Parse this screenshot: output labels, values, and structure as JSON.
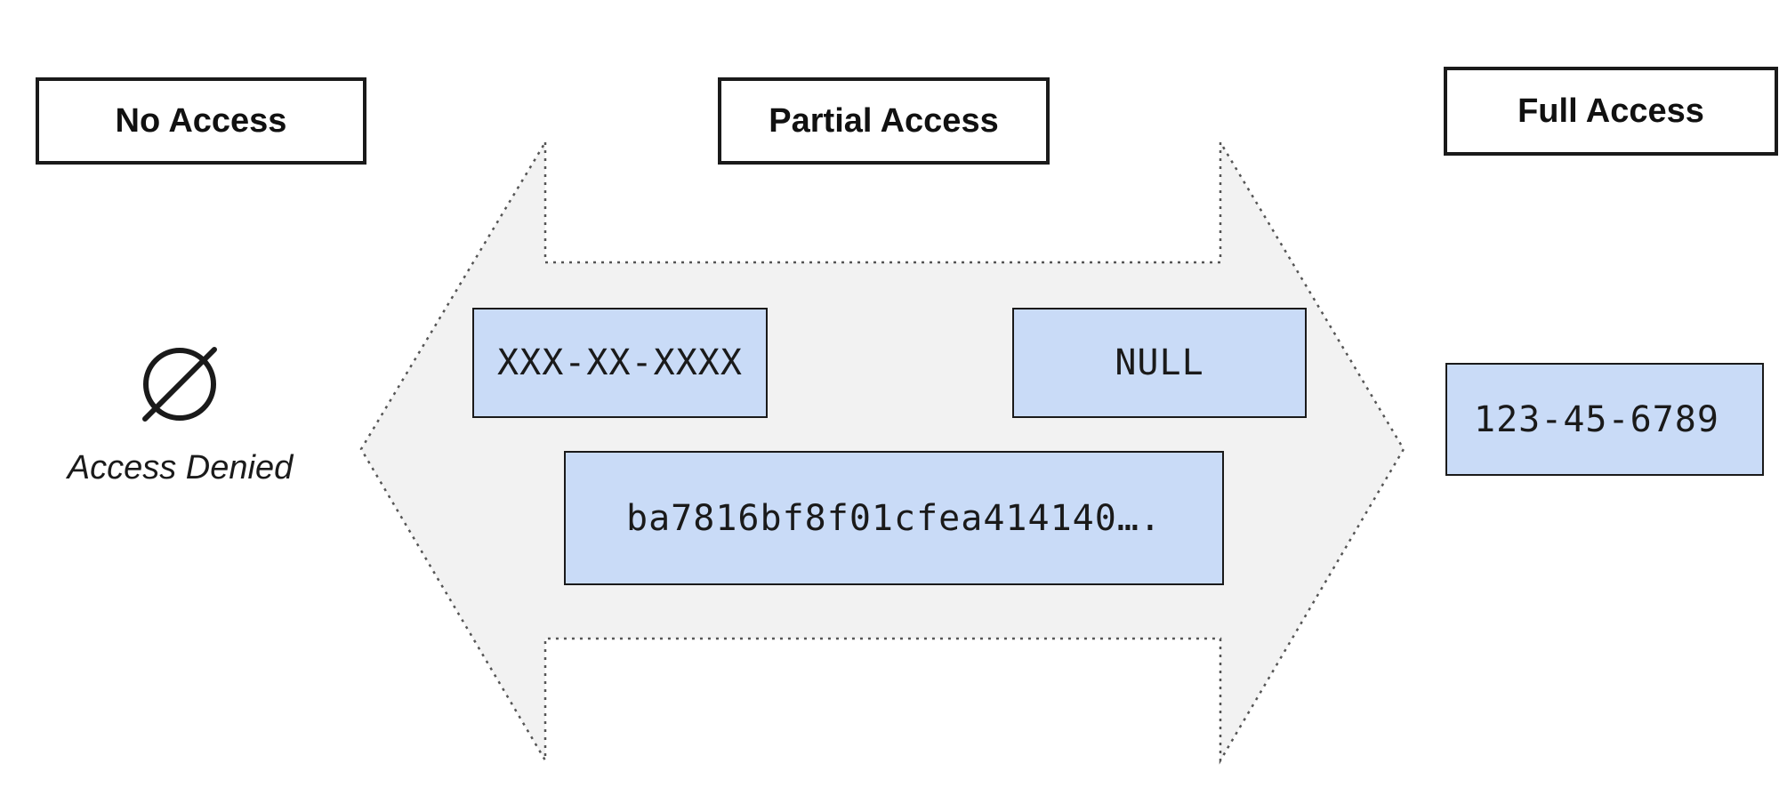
{
  "headers": {
    "no_access": "No Access",
    "partial_access": "Partial Access",
    "full_access": "Full Access"
  },
  "no_access": {
    "icon": "empty-set-icon",
    "caption": "Access Denied"
  },
  "partial_access_values": {
    "masked": "XXX-XX-XXXX",
    "nullified": "NULL",
    "hashed": "ba7816bf8f01cfea414140…."
  },
  "full_access_value": "123-45-6789",
  "colors": {
    "value_fill": "#c9dbf7",
    "arrow_fill": "#f2f2f2",
    "border": "#1a1a1a"
  }
}
